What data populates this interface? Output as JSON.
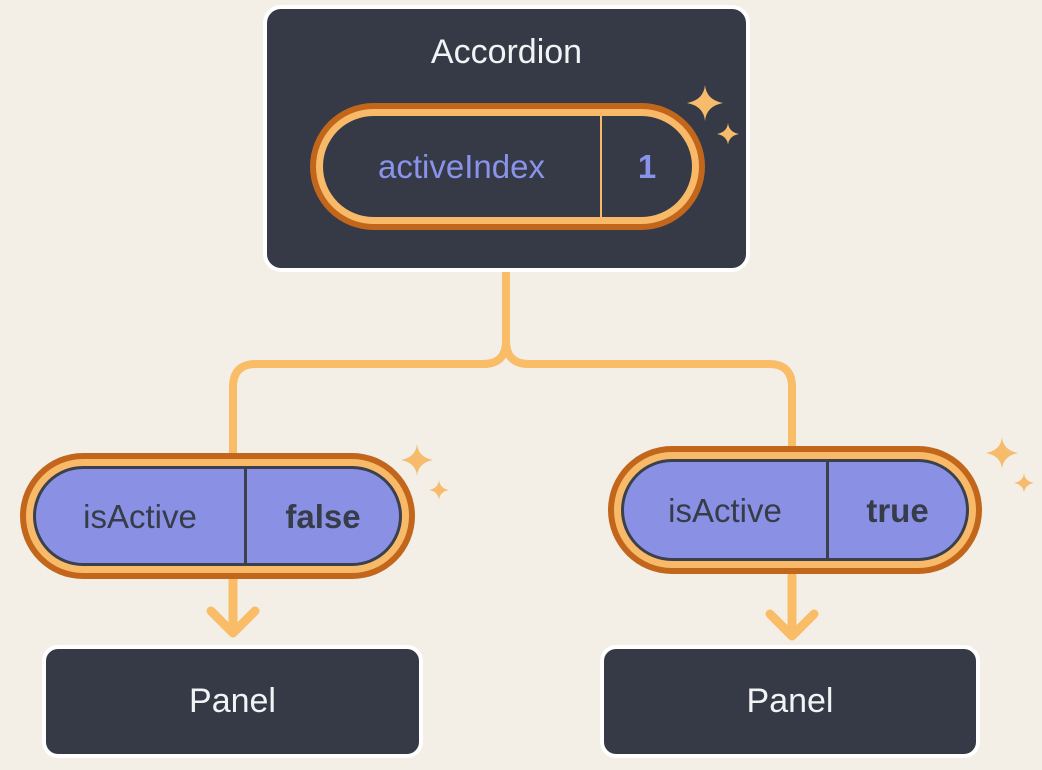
{
  "diagram": {
    "root": {
      "title": "Accordion",
      "state": {
        "label": "activeIndex",
        "value": "1"
      }
    },
    "children": [
      {
        "prop": {
          "label": "isActive",
          "value": "false"
        },
        "panel": "Panel"
      },
      {
        "prop": {
          "label": "isActive",
          "value": "true"
        },
        "panel": "Panel"
      }
    ]
  },
  "icons": {
    "sparkle": "four-point-star-sparkles",
    "arrow": "arrow-down"
  },
  "colors": {
    "background": "#f3eee6",
    "card_bg": "#353a46",
    "card_border": "#ffffff",
    "ring_outer": "#c2661b",
    "ring_inner": "#f8ba68",
    "outline_dark": "#3a404c",
    "pill_purple": "#8a91e4",
    "connector": "#f9bd68",
    "sparkle": "#f6bb6b",
    "text_light": "#f2f3f5",
    "text_dark": "#363c48",
    "text_purple": "#8a93ea"
  }
}
